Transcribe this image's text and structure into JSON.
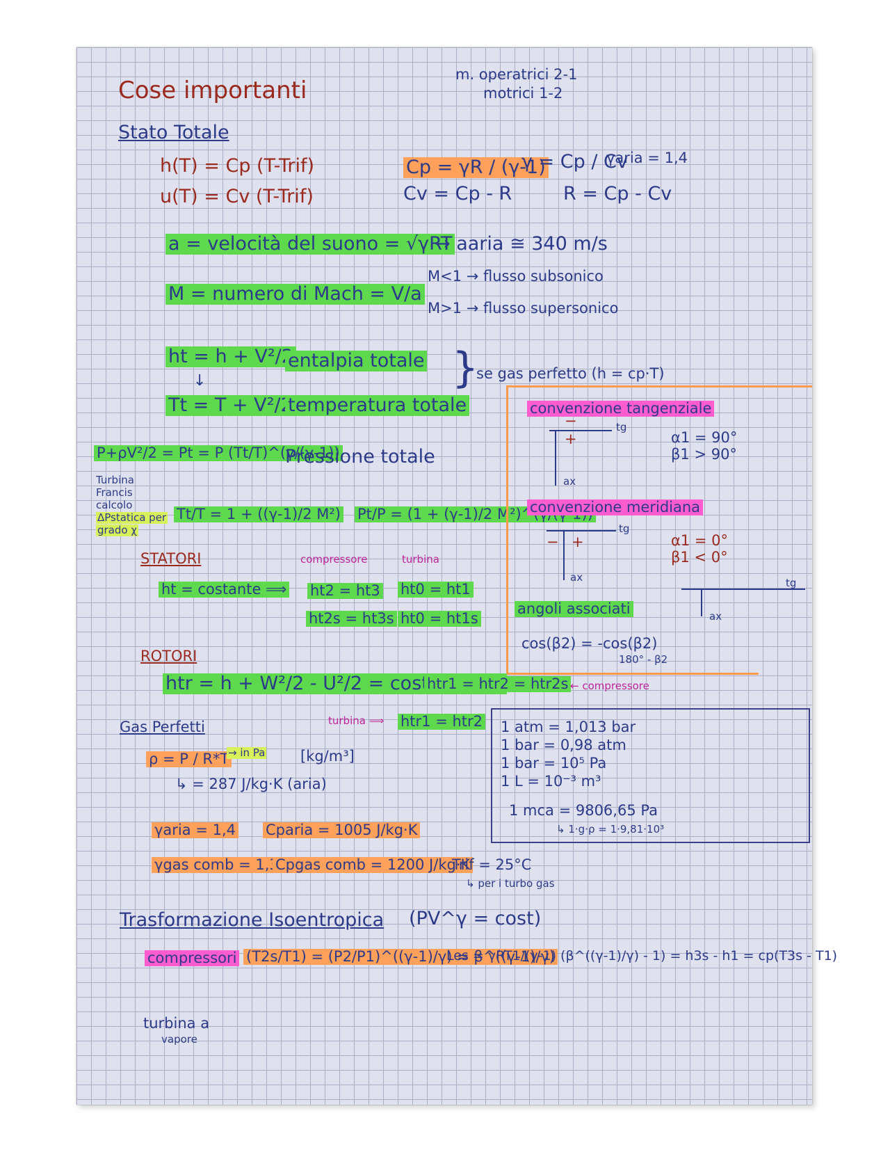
{
  "header": {
    "title": "Cose importanti",
    "note_line1": "m. operatrici   2-1",
    "note_line2": "motrici   1-2"
  },
  "stato_totale": {
    "heading": "Stato Totale",
    "h_formula": "h(T) = Cp (T-Trif)",
    "u_formula": "u(T) = Cv (T-Trif)",
    "cp_formula": "Cp = γR / (γ-1)",
    "gamma_formula": "γ = Cp / Cv",
    "gamma_aria": "γaria = 1,4",
    "cv_formula": "Cv = Cp - R",
    "r_formula": "R = Cp - Cv"
  },
  "suono": {
    "a_def": "a = velocità del suono = √γRT",
    "a_aria": "→ aaria ≅ 340 m/s",
    "mach_def": "M = numero di Mach = V/a",
    "sub": "M<1 → flusso subsonico",
    "super": "M>1 → flusso supersonico"
  },
  "totali": {
    "ht": "ht = h + V²/2",
    "ht_label": "entalpia totale",
    "tt": "Tt = T + V²/2cp",
    "tt_label": "temperatura totale",
    "gas_perfetto": "se gas perfetto (h = cp·T)",
    "pt": "P+ρV²/2 = Pt = P (Tt/T)^(γ/(γ-1))",
    "pt_label": "Pressione totale",
    "side_note_1": "Turbina",
    "side_note_2": "Francis",
    "side_note_3": "calcolo",
    "side_note_4": "ΔPstatica per",
    "side_note_5": "grado χ",
    "tt_ratio": "Tt/T = 1 + ((γ-1)/2 M²)",
    "pt_ratio": "Pt/P = (1 + (γ-1)/2 M²)^(γ/(γ-1))"
  },
  "convenzioni": {
    "tangenziale": "convenzione tangenziale",
    "alpha1_t": "α1 = 90°",
    "beta1_t": "β1 > 90°",
    "meridiana": "convenzione meridiana",
    "alpha1_m": "α1 = 0°",
    "beta1_m": "β1 < 0°",
    "ax": "ax",
    "tg": "tg",
    "plus": "+",
    "minus": "−",
    "associati": "angoli associati",
    "cos": "cos(β2) = -cos(β2)",
    "cos_sub": "180° - β2"
  },
  "statori": {
    "heading": "STATORI",
    "compressore": "compressore",
    "turbina": "turbina",
    "ht_cost": "ht = costante ⟹",
    "comp_eq1": "ht2 = ht3",
    "turb_eq1": "ht0 = ht1",
    "comp_eq2": "ht2s = ht3s",
    "turb_eq2": "ht0 = ht1s"
  },
  "rotori": {
    "heading": "ROTORI",
    "htr": "htr = h + W²/2 - U²/2 = costante ⟹",
    "htr_eq": "htr1 = htr2 = htr2s",
    "compressore_tag": "← compressore",
    "turbina_tag": "turbina ⟹",
    "turb_eq": "htr1 = htr2"
  },
  "unita": {
    "l1": "1 atm = 1,013 bar",
    "l2": "1 bar = 0,98 atm",
    "l3": "1 bar = 10⁵ Pa",
    "l4": "1 L = 10⁻³ m³",
    "l5": "1 mca = 9806,65 Pa",
    "l6": "↳ 1·g·ρ = 1·9,81·10³"
  },
  "gas_perfetti": {
    "heading": "Gas Perfetti",
    "rho": "ρ = P / R*T",
    "in_pa": "→ in Pa",
    "units": "[kg/m³]",
    "r_aria": "↳ = 287 J/kg·K (aria)",
    "gamma_aria": "γaria = 1,4",
    "cp_aria": "Cparia = 1005 J/kg·K",
    "gamma_comb": "γgas comb = 1,33",
    "cp_comb": "Cpgas comb = 1200 J/kg·K",
    "trif": "Trif = 25°C",
    "trif_note": "↳ per i turbo gas"
  },
  "isoentropica": {
    "heading": "Trasformazione Isoentropica",
    "pv": "(PV^γ = cost)",
    "compressori": "compressori",
    "formula": "(T2s/T1) = (P2/P1)^((γ-1)/γ) = β^((γ-1)/γ)",
    "les": "Les = γRT1/(γ-1) (β^((γ-1)/γ) - 1) = h3s - h1 = cp(T3s - T1)",
    "vapore1": "turbina a",
    "vapore2": "vapore"
  },
  "colors": {
    "green": "#5ed84c",
    "orange": "#ffa15a",
    "pink": "#ff5cd0",
    "yellow": "#d8f05a",
    "ink": "#2c3a8a",
    "red_ink": "#9a2a1e"
  }
}
